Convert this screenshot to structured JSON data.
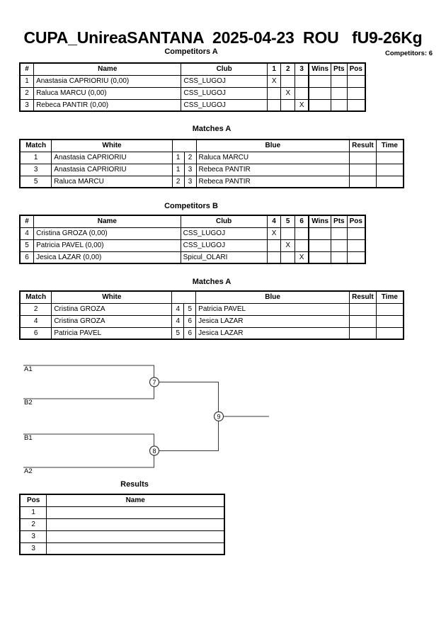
{
  "header": {
    "title": "CUPA_UnireaSANTANA  2025-04-23  ROU   fU9-26Kg",
    "competitors_count": "Competitors: 6"
  },
  "pool_a": {
    "caption": "Competitors A",
    "columns": [
      "#",
      "Name",
      "Club",
      "1",
      "2",
      "3",
      "Wins",
      "Pts",
      "Pos"
    ],
    "rows": [
      {
        "num": "1",
        "name": "Anastasia CAPRIORIU  (0,00)",
        "club": "CSS_LUGOJ",
        "m1": "X",
        "m2": "",
        "m3": "",
        "wins": "",
        "pts": "",
        "pos": ""
      },
      {
        "num": "2",
        "name": "Raluca MARCU  (0,00)",
        "club": "CSS_LUGOJ",
        "m1": "",
        "m2": "X",
        "m3": "",
        "wins": "",
        "pts": "",
        "pos": ""
      },
      {
        "num": "3",
        "name": "Rebeca PANTIR  (0,00)",
        "club": "CSS_LUGOJ",
        "m1": "",
        "m2": "",
        "m3": "X",
        "wins": "",
        "pts": "",
        "pos": ""
      }
    ]
  },
  "matches_a": {
    "caption": "Matches A",
    "columns": [
      "Match",
      "White",
      "Result",
      "Time"
    ],
    "rows": [
      {
        "match": "1",
        "white": "Anastasia CAPRIORIU",
        "white_num": "1",
        "blue_num": "2",
        "blue": "Raluca MARCU",
        "result": "",
        "time": ""
      },
      {
        "match": "3",
        "white": "Anastasia CAPRIORIU",
        "white_num": "1",
        "blue_num": "3",
        "blue": "Rebeca PANTIR",
        "result": "",
        "time": ""
      },
      {
        "match": "5",
        "white": "Raluca MARCU",
        "white_num": "2",
        "blue_num": "3",
        "blue": "Rebeca PANTIR",
        "result": "",
        "time": ""
      }
    ],
    "blue_header": "Blue"
  },
  "pool_b": {
    "caption": "Competitors B",
    "columns": [
      "#",
      "Name",
      "Club",
      "4",
      "5",
      "6",
      "Wins",
      "Pts",
      "Pos"
    ],
    "rows": [
      {
        "num": "4",
        "name": "Cristina GROZA  (0,00)",
        "club": "CSS_LUGOJ",
        "m1": "X",
        "m2": "",
        "m3": "",
        "wins": "",
        "pts": "",
        "pos": ""
      },
      {
        "num": "5",
        "name": "Patricia PAVEL  (0,00)",
        "club": "CSS_LUGOJ",
        "m1": "",
        "m2": "X",
        "m3": "",
        "wins": "",
        "pts": "",
        "pos": ""
      },
      {
        "num": "6",
        "name": "Jesica LAZAR  (0,00)",
        "club": "Spicul_OLARI",
        "m1": "",
        "m2": "",
        "m3": "X",
        "wins": "",
        "pts": "",
        "pos": ""
      }
    ]
  },
  "matches_b": {
    "caption": "Matches A",
    "columns": [
      "Match",
      "White",
      "Result",
      "Time"
    ],
    "blue_header": "Blue",
    "rows": [
      {
        "match": "2",
        "white": "Cristina GROZA",
        "white_num": "4",
        "blue_num": "5",
        "blue": "Patricia PAVEL",
        "result": "",
        "time": ""
      },
      {
        "match": "4",
        "white": "Cristina GROZA",
        "white_num": "4",
        "blue_num": "6",
        "blue": "Jesica LAZAR",
        "result": "",
        "time": ""
      },
      {
        "match": "6",
        "white": "Patricia PAVEL",
        "white_num": "5",
        "blue_num": "6",
        "blue": "Jesica LAZAR",
        "result": "",
        "time": ""
      }
    ]
  },
  "bracket": {
    "seeds": [
      {
        "label": "A1"
      },
      {
        "label": "B2"
      },
      {
        "label": "B1"
      },
      {
        "label": "A2"
      }
    ],
    "nodes": [
      {
        "label": "7"
      },
      {
        "label": "8"
      },
      {
        "label": "9"
      }
    ]
  },
  "results": {
    "caption": "Results",
    "columns": [
      "Pos",
      "Name"
    ],
    "rows": [
      {
        "pos": "1",
        "name": ""
      },
      {
        "pos": "2",
        "name": ""
      },
      {
        "pos": "3",
        "name": ""
      },
      {
        "pos": "3",
        "name": ""
      }
    ]
  }
}
